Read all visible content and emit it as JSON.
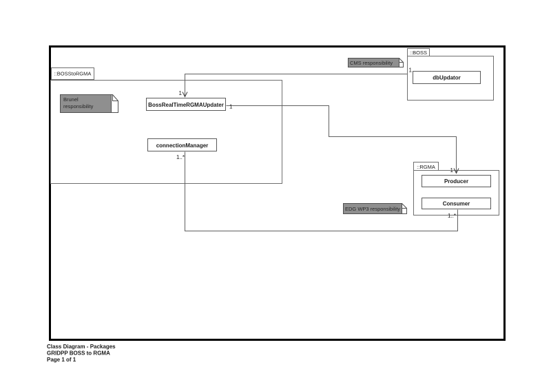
{
  "diagram": {
    "packages": {
      "bosstorgma": {
        "label": "::BOSStoRGMA"
      },
      "boss": {
        "label": "::BOSS"
      },
      "rgma": {
        "label": "::RGMA"
      }
    },
    "classes": {
      "dbupdator": {
        "label": "dbUpdator"
      },
      "boss_realtime_rgma_updater": {
        "label": "BossRealTimeRGMAUpdater"
      },
      "connection_manager": {
        "label": "connectionManager"
      },
      "producer": {
        "label": "Producer"
      },
      "consumer": {
        "label": "Consumer"
      }
    },
    "notes": {
      "brunel": {
        "line1": "Brunel",
        "line2": "responsibility"
      },
      "cms": {
        "text": "CMS responsibility"
      },
      "edg": {
        "text": "EDG WP3 responsibility"
      }
    },
    "associations": {
      "dbupdator_to_updater": {
        "end_dbupdator": "1",
        "end_updater": "1"
      },
      "updater_to_producer": {
        "end_updater": "1",
        "end_producer": "1"
      },
      "connection_to_consumer": {
        "end_connection": "1..*",
        "end_consumer": "1..*"
      }
    },
    "colors": {
      "note_fill": "#8f8f8f",
      "connector_line": "#5f5f5f",
      "page_border": "#000000"
    }
  },
  "footer": {
    "title": "Class Diagram - Packages",
    "subtitle": "GRIDPP BOSS to RGMA",
    "page": "Page 1 of 1"
  }
}
